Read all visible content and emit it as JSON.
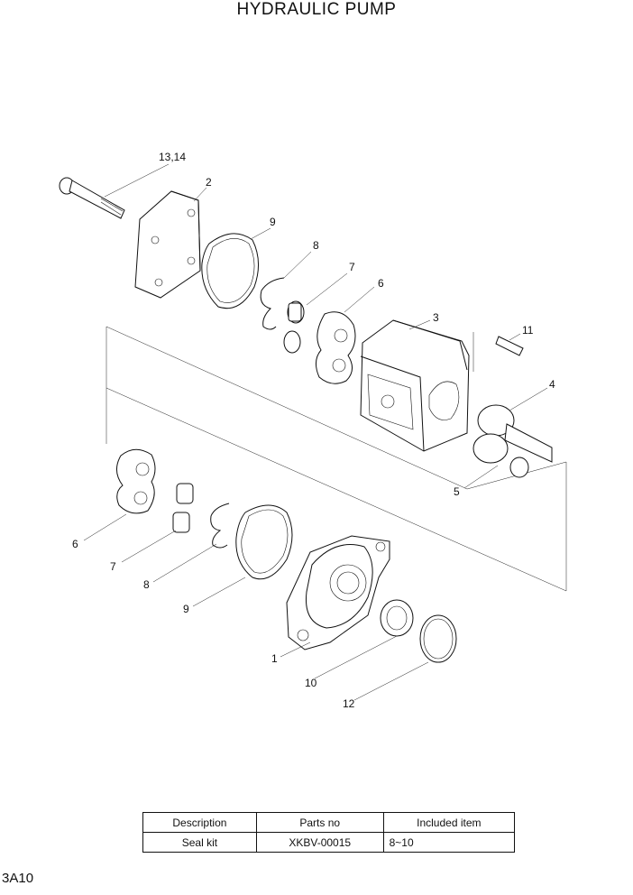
{
  "title": "HYDRAULIC PUMP",
  "callouts": {
    "c13_14": "13,14",
    "c2": "2",
    "c9a": "9",
    "c8a": "8",
    "c7a": "7",
    "c6a": "6",
    "c3": "3",
    "c11": "11",
    "c4": "4",
    "c5": "5",
    "c6b": "6",
    "c7b": "7",
    "c8b": "8",
    "c9b": "9",
    "c1": "1",
    "c10": "10",
    "c12": "12"
  },
  "table": {
    "headers": [
      "Description",
      "Parts no",
      "Included item"
    ],
    "rows": [
      [
        "Seal kit",
        "XKBV-00015",
        "8~10"
      ]
    ]
  },
  "page_id": "3A10"
}
